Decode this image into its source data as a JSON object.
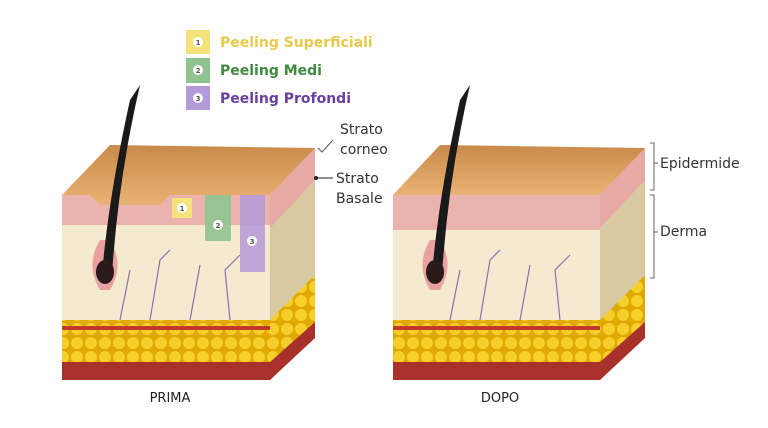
{
  "legend": [
    {
      "num": "1",
      "label": "Peeling Superficiali",
      "color": "#e9c84a",
      "box": "#f6e27a"
    },
    {
      "num": "2",
      "label": "Peeling Medi",
      "color": "#3f8a3f",
      "box": "#8fc48f"
    },
    {
      "num": "3",
      "label": "Peeling Profondi",
      "color": "#6a3fa0",
      "box": "#b39ad8"
    }
  ],
  "labels": {
    "strato_corneo_1": "Strato",
    "strato_corneo_2": "corneo",
    "strato_basale_1": "Strato",
    "strato_basale_2": "Basale",
    "epidermide": "Epidermide",
    "derma": "Derma"
  },
  "captions": {
    "before": "PRIMA",
    "after": "DOPO"
  }
}
